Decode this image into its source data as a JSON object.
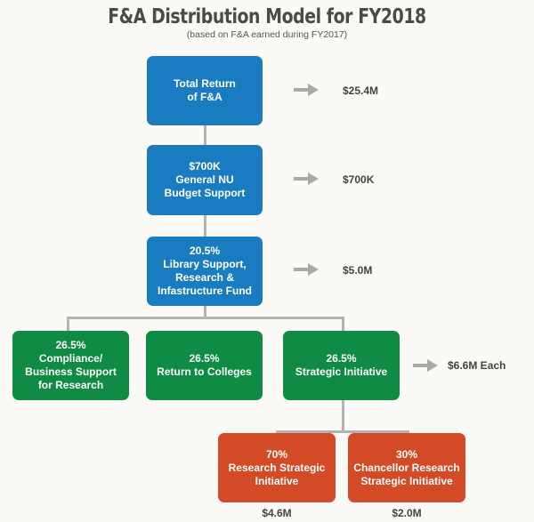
{
  "title": "F&A Distribution Model for FY2018",
  "subtitle": "(based on F&A earned during FY2017)",
  "colors": {
    "blue": "#1a7cc0",
    "green": "#108b44",
    "red": "#d34a27",
    "connector": "#b3b3b3"
  },
  "levels": [
    {
      "lines": [
        "Total Return",
        "of F&A"
      ],
      "amount": "$25.4M"
    },
    {
      "lines": [
        "$700K",
        "General NU",
        "Budget Support"
      ],
      "amount": "$700K"
    },
    {
      "lines": [
        "20.5%",
        "Library Support,",
        "Research &",
        "Infastructure Fund"
      ],
      "amount": "$5.0M"
    }
  ],
  "green_boxes": [
    {
      "lines": [
        "26.5%",
        "Compliance/",
        "Business Support",
        "for Research"
      ]
    },
    {
      "lines": [
        "26.5%",
        "Return to Colleges"
      ]
    },
    {
      "lines": [
        "26.5%",
        "Strategic Initiative"
      ]
    }
  ],
  "green_amount": "$6.6M Each",
  "red_boxes": [
    {
      "lines": [
        "70%",
        "Research Strategic",
        "Initiative"
      ],
      "amount": "$4.6M"
    },
    {
      "lines": [
        "30%",
        "Chancellor Research",
        "Strategic Initiative"
      ],
      "amount": "$2.0M"
    }
  ]
}
